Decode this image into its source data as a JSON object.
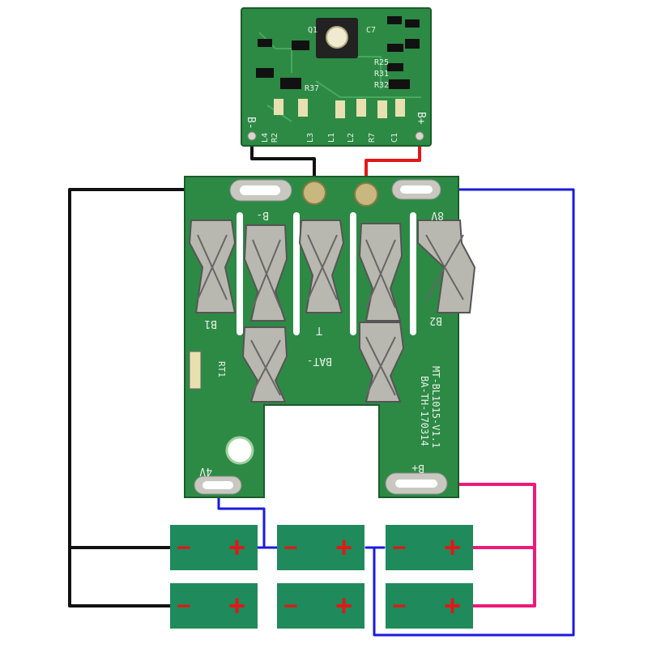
{
  "colors": {
    "background": "#ffffff",
    "pcb_green": "#2d8a45",
    "pcb_dark": "#1f6d33",
    "cell_green": "#1f8a5b",
    "wire_black": "#111111",
    "wire_red": "#e01818",
    "wire_blue": "#1a1adf",
    "wire_pink": "#ee1a7a",
    "plus_sign": "#e01818",
    "minus_sign": "#e01818"
  },
  "switch_board": {
    "component_labels": [
      "R25",
      "R31",
      "R32",
      "R37",
      "Q1",
      "C7",
      "R2",
      "L3",
      "L1",
      "L2",
      "R7",
      "L4",
      "C1"
    ],
    "terminal_minus": "B-",
    "terminal_plus": "B+"
  },
  "main_board": {
    "labels": {
      "b_minus": "B-",
      "b1": "B1",
      "t": "T",
      "b2": "B2",
      "bat_minus": "BAT-",
      "rt1": "RT1",
      "v8": "8V",
      "v4": "4V",
      "b_plus": "B+",
      "model_line1": "MT-BL1015-V1.1",
      "model_line2": "BA-TH-170314"
    }
  },
  "cells": {
    "minus_symbol": "−",
    "plus_symbol": "+",
    "rows": [
      [
        "cell-1",
        "cell-2",
        "cell-3"
      ],
      [
        "cell-4",
        "cell-5",
        "cell-6"
      ]
    ]
  }
}
